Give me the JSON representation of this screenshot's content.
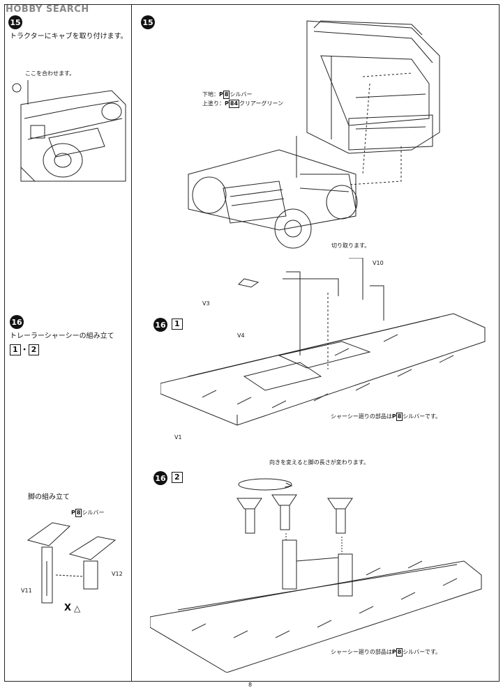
{
  "watermark": "HOBBY SEARCH",
  "page_number": "8",
  "steps": {
    "s15_left": "15",
    "s15_left_text": "トラクターにキャブを取り付けます。",
    "s15_left_note": "ここを合わせます。",
    "s15_right": "15",
    "s15_base_label": "下地：",
    "s15_base_code": "8",
    "s15_base_color": "シルバー",
    "s15_top_label": "上塗り：",
    "s15_top_code": "84",
    "s15_top_color": "クリアーグリーン",
    "s15_cut": "切り取ります。",
    "s16_left": "16",
    "s16_left_text": "トレーラーシャーシーの組み立て",
    "s16_box1": "1",
    "s16_dot": "・",
    "s16_box2": "2",
    "s16_1_num": "16",
    "s16_1_box": "1",
    "s16_2_num": "16",
    "s16_2_box": "2",
    "legs_title": "脚の組み立て",
    "legs_code": "8",
    "legs_color": "シルバー",
    "chassis_note_1": "シャーシー廻りの部品は",
    "chassis_code_1": "8",
    "chassis_color_1": "シルバーです。",
    "chassis_note_2": "シャーシー廻りの部品は",
    "chassis_code_2": "8",
    "chassis_color_2": "シルバーです。",
    "direction_note": "向きを変えると脚の長さが変わります。",
    "paint_prefix": "P",
    "x_mark": "X"
  },
  "parts": {
    "v10": "V10",
    "v3": "V3",
    "v4": "V4",
    "v1": "V1",
    "v11": "V11",
    "v12": "V12"
  }
}
